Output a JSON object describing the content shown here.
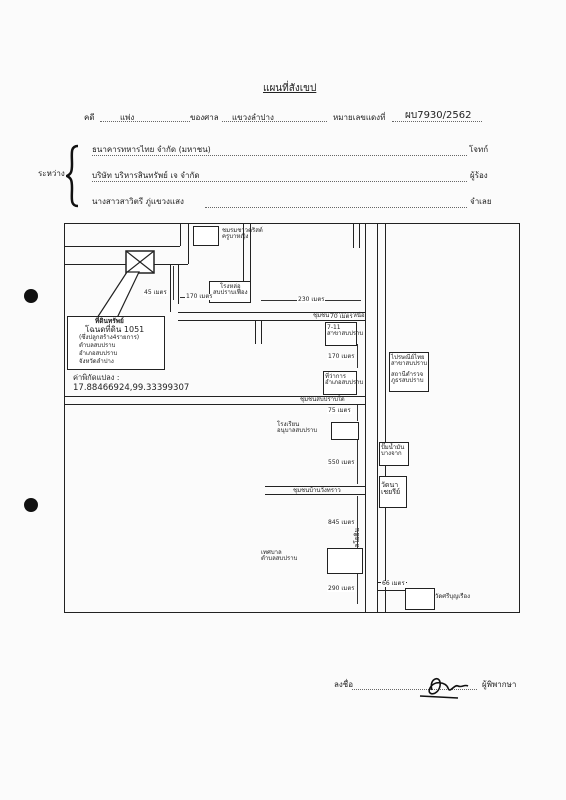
{
  "header": {
    "title": "แผนที่สังเขป",
    "case_label": "คดี",
    "court_type": "แพ่ง",
    "court_label": "ของศาล",
    "court_name": "แขวงลำปาง",
    "case_no_label": "หมายเลขแดงที่",
    "case_no": "ผบ7930/2562",
    "between_label": "ระหว่าง"
  },
  "parties": [
    {
      "name": "ธนาคารทหารไทย จำกัด (มหาชน)",
      "role": "โจทก์"
    },
    {
      "name": "บริษัท บริหารสินทรัพย์ เจ จำกัด",
      "role": "ผู้ร้อง"
    },
    {
      "name": "นางสาวสาวิตรี ภู่แขวงแสง",
      "role": "จำเลย"
    }
  ],
  "map": {
    "places": {
      "church": "ชมรมชาวคริสต์\nครูบาหญิง",
      "ricemill": "โรงหล่อ\nสบปราบเฟื่อง",
      "seven": "7-11\nสาขาสบปราบ",
      "district": "ที่ว่าการ\nอำเภอสบปราบ",
      "post": "ไปรษณีย์ไทย\nสาขาสบปราบ",
      "police": "สถานีตำรวจ\nภูธรสบปราบ",
      "school": "โรงเรียน\nอนุบาลสบปราบ",
      "gas": "ปั๊มน้ำมัน\nบางจาก",
      "temple": "วัดนา\nเชยรีย์",
      "municipal": "เทศบาล\nตำบลสบปราบ",
      "temple2": "วัดศรีบุญเรือง"
    },
    "property": {
      "title": "ที่ดินทรัพย์",
      "lines": [
        "โฉนดที่ดิน 1051",
        "(ซึ่งปลูกสร้าง4รายการ)",
        "ตำบลสบปราบ",
        "อำเภอสบปราบ",
        "จังหวัดลำปาง"
      ]
    },
    "coords_label": "ค่าพิกัดแปลง :",
    "coords": "17.88466924,99.33399307",
    "roads": {
      "north": "ชุมชนสบปราบเหนือ",
      "south": "ชุมชนสบปราบใต้",
      "chang": "ชุมชนบ้านวังทราว",
      "main": "ถนนพหลโยธิน"
    },
    "distances": {
      "d45": "45 เมตร",
      "d170a": "170 เมตร",
      "d230": "230 เมตร",
      "d70": "70 เมตร",
      "d170b": "170 เมตร",
      "d75": "75 เมตร",
      "d550": "550 เมตร",
      "d845": "845 เมตร",
      "d290": "290 เมตร",
      "d66": "66 เมตร"
    }
  },
  "signature": {
    "label": "ลงชื่อ",
    "role": "ผู้พิพากษา"
  }
}
